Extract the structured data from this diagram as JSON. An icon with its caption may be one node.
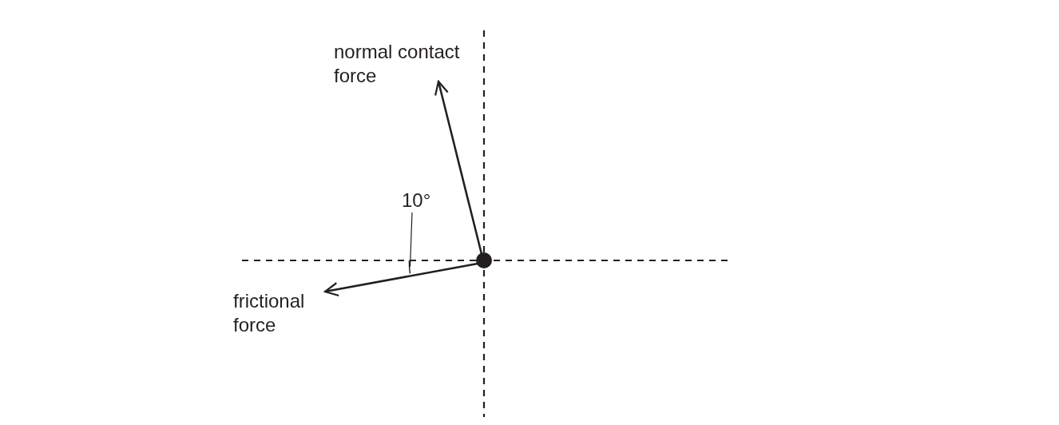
{
  "diagram": {
    "nodes": [
      {
        "text": [
          "10°"
        ]
      },
      {
        "text": [],
        "shape": "arc"
      }
    ],
    "edges": [
      {
        "from": 0,
        "to": 1,
        "arrow": "none"
      }
    ],
    "labels": [
      "normal contact force",
      "frictional force"
    ]
  }
}
